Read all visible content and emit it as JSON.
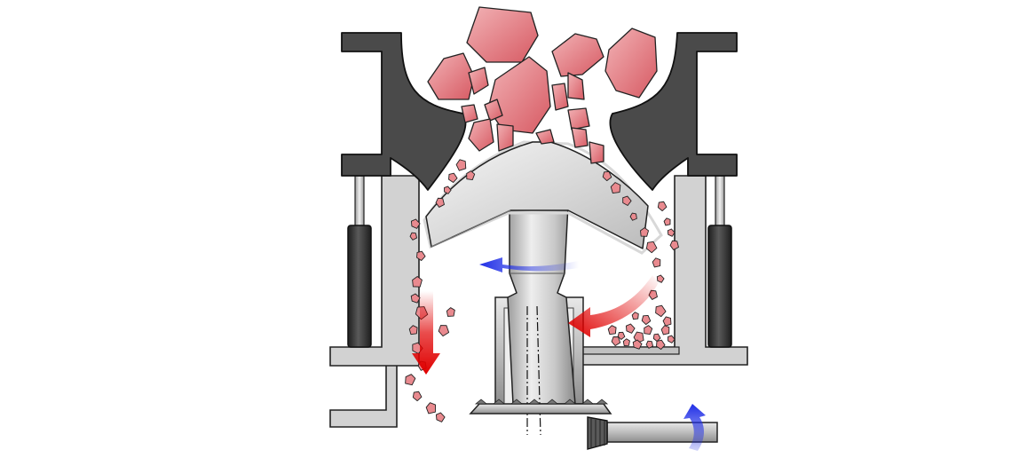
{
  "diagram": {
    "colors": {
      "background": "#ffffff",
      "outline": "#222222",
      "frame_dark": "#4a4a4a",
      "frame_light": "#cfcfcf",
      "rock_fill": "#e98a8f",
      "rock_fill_dark": "#d9616a",
      "steel_light": "#f2f2f2",
      "steel_mid": "#c4c4c4",
      "steel_dark": "#8a8a8a",
      "piston_dark": "#2f2f2f",
      "arrow_red": "#e00000",
      "arrow_blue": "#1f2ee6"
    },
    "parts": [
      "upper-frame-concave",
      "mantle-cone",
      "main-shaft",
      "eccentric-bushing",
      "bevel-gear",
      "pinion-drive-shaft",
      "hydraulic-cylinder-left",
      "hydraulic-cylinder-right",
      "lower-frame",
      "feed-rocks",
      "crushed-product"
    ],
    "arrows": [
      {
        "meaning": "material-flow-down",
        "color": "red"
      },
      {
        "meaning": "material-flow-in",
        "color": "red"
      },
      {
        "meaning": "shaft-gyration",
        "color": "blue"
      },
      {
        "meaning": "drive-rotation",
        "color": "blue"
      }
    ]
  }
}
